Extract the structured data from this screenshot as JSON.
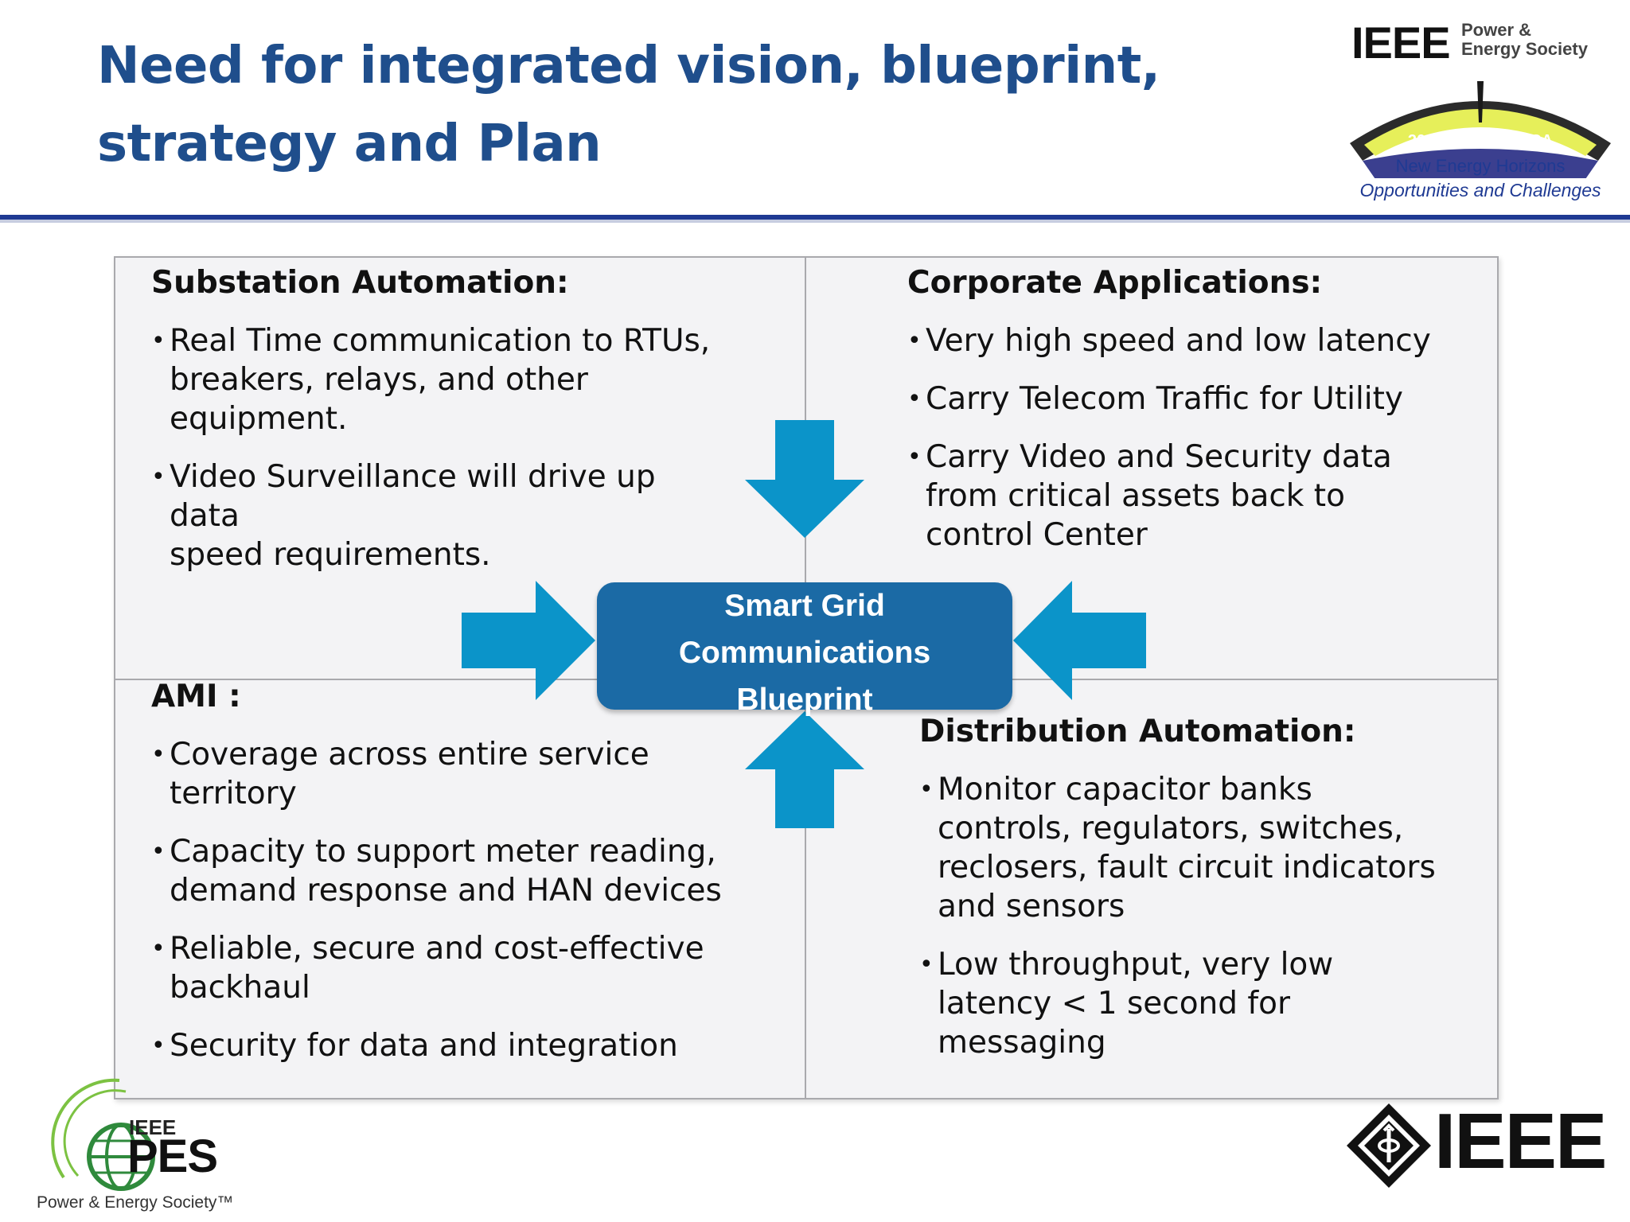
{
  "header": {
    "title": "Need for integrated vision, blueprint, strategy and Plan"
  },
  "conference_logo": {
    "org_short": "IEEE",
    "org_line1": "Power &",
    "org_line2": "Energy Society",
    "year_location": "2012 San Diego,CA",
    "tagline1": "New Energy Horizons",
    "tagline2": "Opportunities and Challenges",
    "colors": {
      "arc_fill": "#e6ef5a",
      "band": "#3b3f8f"
    }
  },
  "quadrants": {
    "substation": {
      "title": "Substation Automation:",
      "bullets": [
        "Real Time communication to RTUs,\nbreakers, relays, and other\nequipment.",
        "Video Surveillance will drive up\ndata\nspeed requirements."
      ]
    },
    "corporate": {
      "title": "Corporate Applications:",
      "bullets": [
        "Very high speed and low latency",
        "Carry Telecom Traffic for Utility",
        "Carry Video and Security data\nfrom critical assets back to\ncontrol Center"
      ]
    },
    "ami": {
      "title": "AMI :",
      "bullets": [
        "Coverage across entire service\nterritory",
        "Capacity to support meter reading,\ndemand response and HAN devices",
        "Reliable, secure and cost-effective\nbackhaul",
        "Security for data and integration"
      ]
    },
    "distribution": {
      "title": "Distribution Automation:",
      "bullets": [
        "Monitor capacitor banks\ncontrols, regulators, switches,\nreclosers, fault circuit indicators\nand sensors",
        "Low throughput, very low\nlatency < 1 second for\nmessaging"
      ]
    }
  },
  "center": {
    "label": "Smart Grid\nCommunications\nBlueprint"
  },
  "bottom_logos": {
    "pes_small": "IEEE",
    "pes_word": "PES",
    "pes_tagline": "Power & Energy Society™",
    "ieee_word": "IEEE"
  },
  "colors": {
    "title": "#1f4e8c",
    "rule": "#1f3a93",
    "arrow": "#0b94c9",
    "center_box": "#1b6aa5",
    "panel_bg": "#f3f3f5"
  }
}
